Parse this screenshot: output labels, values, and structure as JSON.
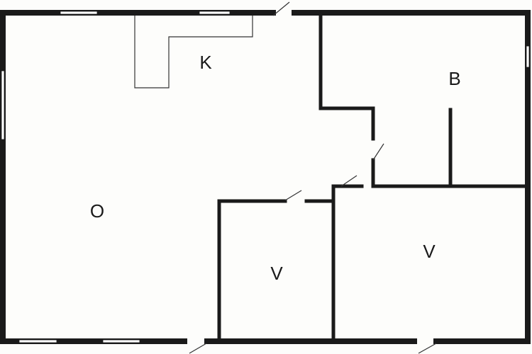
{
  "rooms": [
    {
      "id": "kitchen",
      "label": "K"
    },
    {
      "id": "bathroom",
      "label": "B"
    },
    {
      "id": "living",
      "label": "O"
    },
    {
      "id": "bedroom-small",
      "label": "V"
    },
    {
      "id": "bedroom-large",
      "label": "V"
    }
  ],
  "colors": {
    "wall": "#1a1a1a",
    "background": "#fdfdfb"
  }
}
